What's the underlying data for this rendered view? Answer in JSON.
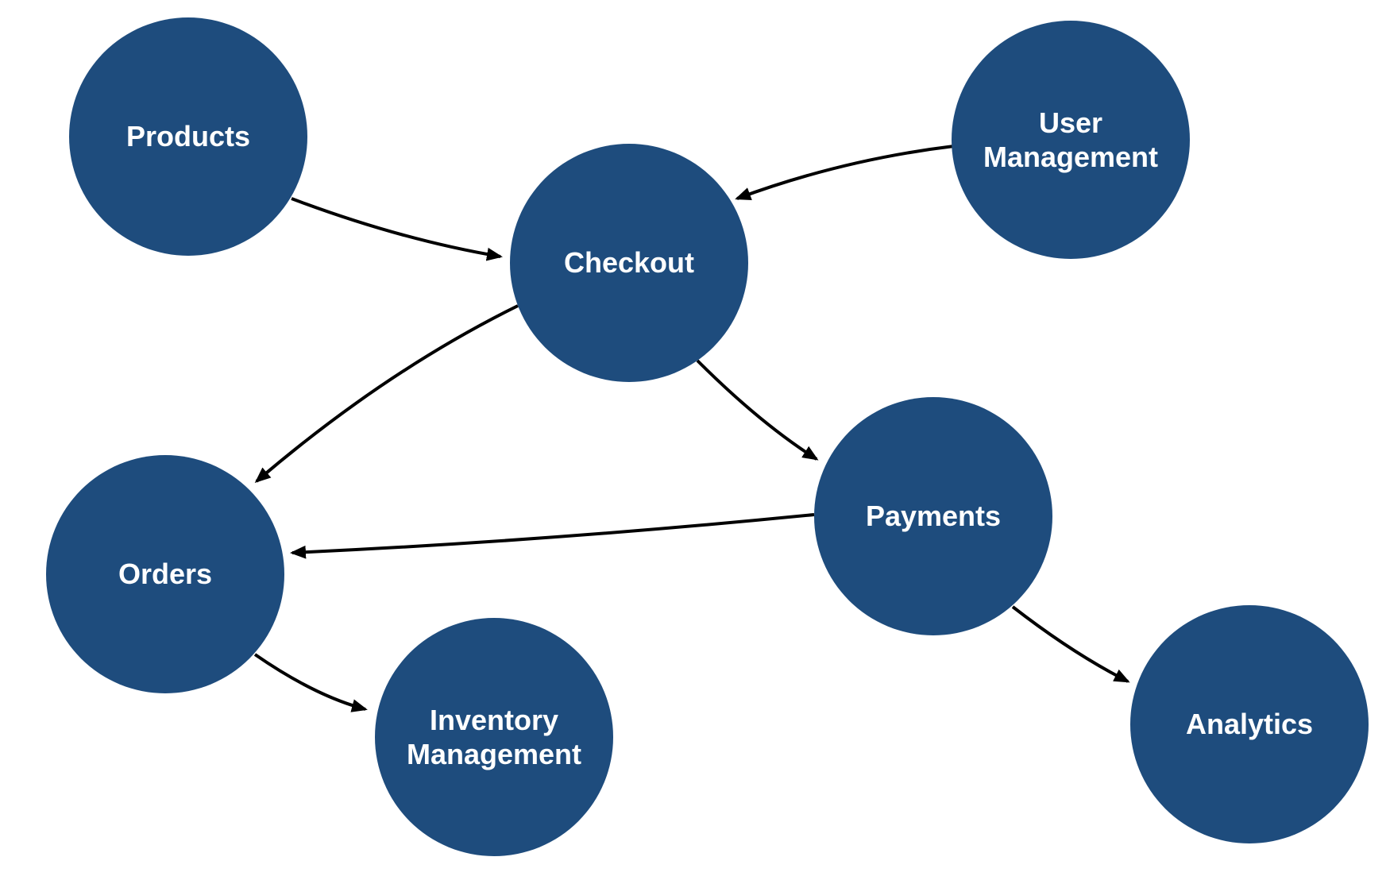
{
  "style": {
    "background": "#FFFFFF",
    "node_fill": "#1E4C7D",
    "node_text": "#FFFFFF",
    "edge_color": "#000000"
  },
  "diagram": {
    "type": "flowchart",
    "description": "Directed graph of e-commerce service dependencies; dark blue circular nodes connected by curved black arrows on a white background.",
    "nodes": [
      {
        "id": "products",
        "label": "Products"
      },
      {
        "id": "user-management",
        "label": "User Management"
      },
      {
        "id": "checkout",
        "label": "Checkout"
      },
      {
        "id": "payments",
        "label": "Payments"
      },
      {
        "id": "orders",
        "label": "Orders"
      },
      {
        "id": "inventory-management",
        "label": "Inventory Management"
      },
      {
        "id": "analytics",
        "label": "Analytics"
      }
    ],
    "edges": [
      {
        "from": "products",
        "to": "checkout"
      },
      {
        "from": "user-management",
        "to": "checkout"
      },
      {
        "from": "checkout",
        "to": "orders"
      },
      {
        "from": "checkout",
        "to": "payments"
      },
      {
        "from": "payments",
        "to": "orders"
      },
      {
        "from": "orders",
        "to": "inventory-management"
      },
      {
        "from": "payments",
        "to": "analytics"
      }
    ]
  }
}
